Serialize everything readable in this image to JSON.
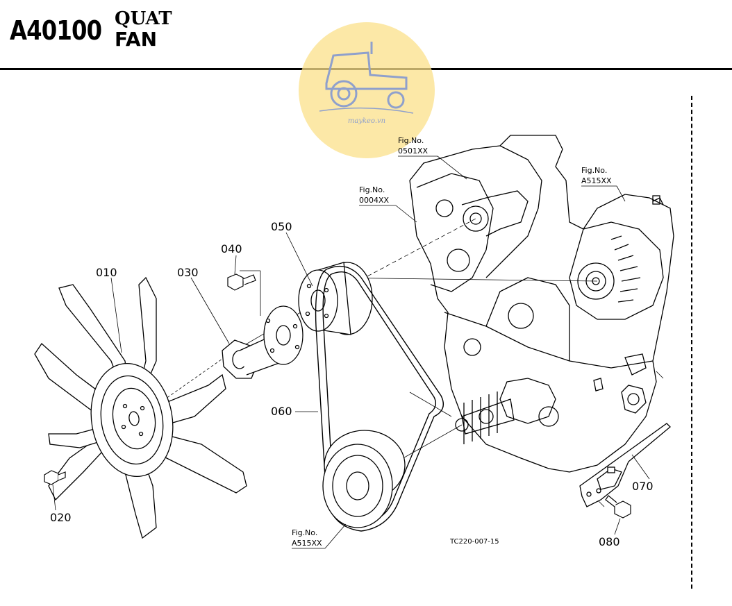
{
  "header": {
    "code": "A40100",
    "title_vi": "QUAT",
    "title_en": "FAN"
  },
  "watermark": {
    "text": "maykeo.vn",
    "color": "#fbe08a"
  },
  "parts": [
    {
      "id": "010",
      "name": "fan"
    },
    {
      "id": "020",
      "name": "bolt"
    },
    {
      "id": "030",
      "name": "spacer"
    },
    {
      "id": "040",
      "name": "bolt"
    },
    {
      "id": "050",
      "name": "fan-pulley"
    },
    {
      "id": "060",
      "name": "v-belt"
    },
    {
      "id": "070",
      "name": "belt-cover"
    },
    {
      "id": "080",
      "name": "bolt"
    }
  ],
  "fig_refs": [
    {
      "label": "Fig.No.",
      "number": "0501XX"
    },
    {
      "label": "Fig.No.",
      "number": "0004XX"
    },
    {
      "label": "Fig.No.",
      "number": "A515XX"
    },
    {
      "label": "Fig.No.",
      "number": "A515XX"
    }
  ],
  "drawing_ref": "TC220-007-15"
}
